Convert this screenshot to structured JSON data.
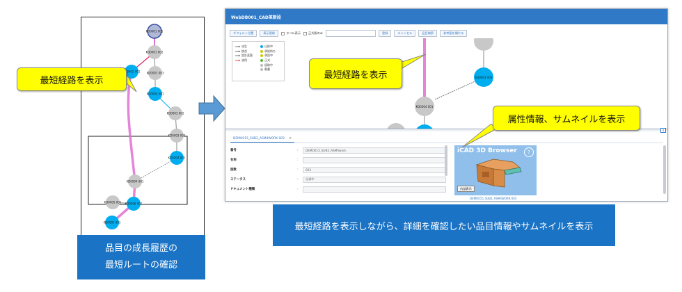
{
  "left_graph": {
    "nodes": [
      {
        "id": "n1",
        "label": "KD0001 001",
        "color": "#b0b8d8",
        "ring": "#3c4fa0"
      },
      {
        "id": "n2",
        "label": "KD0001 002",
        "color": "#c8c8c8"
      },
      {
        "id": "n3",
        "label": "KD0002 001",
        "color": "#00aef0"
      },
      {
        "id": "n4",
        "label": "KD0001 003",
        "color": "#c8c8c8"
      },
      {
        "id": "n5",
        "label": "KD0003 001",
        "color": "#00aef0"
      },
      {
        "id": "n6",
        "label": "KD0003 002",
        "color": "#c8c8c8"
      },
      {
        "id": "n7",
        "label": "KD0003 003",
        "color": "#c8c8c8"
      },
      {
        "id": "n8",
        "label": "KD0004 001",
        "color": "#00aef0"
      },
      {
        "id": "n9",
        "label": "KD0004 001",
        "color": "#c8c8c8"
      },
      {
        "id": "n10",
        "label": "KD0005 001",
        "color": "#c8c8c8"
      },
      {
        "id": "n11",
        "label": "KD0006 001",
        "color": "#00aef0"
      },
      {
        "id": "n12",
        "label": "KD0005 002",
        "color": "#00aef0"
      }
    ]
  },
  "callouts": {
    "left": "最短経路を表示",
    "graph": "最短経路を表示",
    "thumb": "属性情報、サムネイルを表示"
  },
  "captions": {
    "left_line1": "品目の成長履歴の",
    "left_line2": "最短ルートの確認",
    "bottom": "最短経路を表示しながら、詳細を確認したい品目情報やサムネイルを表示"
  },
  "app": {
    "title": "WebDB001_CAD革新段",
    "toolbar": {
      "default_position": "デフォルト位置",
      "show_all": "表示登録",
      "label_display": "ラベル表示",
      "official_only": "正式版のみ",
      "search": "登録",
      "cancel": "キャンセル",
      "item_search": "品目検索",
      "compare": "参考図を開ける"
    },
    "legend": {
      "arrows": [
        {
          "label": "派生",
          "color": "#555555"
        },
        {
          "label": "統合",
          "color": "#555555"
        },
        {
          "label": "設計変更",
          "color": "#555555"
        },
        {
          "label": "流用",
          "color": "#e02020"
        }
      ],
      "statuses": [
        {
          "label": "仕掛中",
          "color": "#00aef0"
        },
        {
          "label": "承認待ち",
          "color": "#cccc00"
        },
        {
          "label": "承認中",
          "color": "#cccc00"
        },
        {
          "label": "正式",
          "color": "#55bb33"
        },
        {
          "label": "読取中",
          "color": "#bbbbbb"
        },
        {
          "label": "廃番",
          "color": "#bbbbbb"
        }
      ]
    },
    "graph_nodes": {
      "center": "KD0004 001",
      "right": "KD0003 003"
    },
    "detail": {
      "tab_label": "DEMO015_SUB2_ASM4WORK 003",
      "tab_close": "×",
      "rows": [
        {
          "label": "番号",
          "value": "DEMO015_SUB2_ASM4work"
        },
        {
          "label": "名称",
          "value": ""
        },
        {
          "label": "版数",
          "value": "003"
        },
        {
          "label": "ステータス",
          "value": "仕掛中"
        },
        {
          "label": "ドキュメント種類",
          "value": ""
        }
      ],
      "thumbnail": {
        "title": "iCAD 3D Browser",
        "help": "?",
        "button": "内部表示",
        "caption": "DEMO015_SUB2_ASM4WORK 003"
      },
      "collapse_glyph": "∨"
    }
  }
}
